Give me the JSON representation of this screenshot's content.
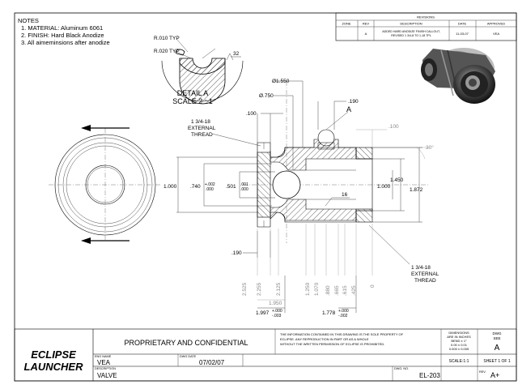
{
  "notes": {
    "title": "NOTES",
    "items": [
      "1.  MATERIAL: Aluminum 6061",
      "2.  FINISH:  Hard Black Anodize",
      "3.  All aimeminsions after anodize"
    ]
  },
  "revisions": {
    "title": "REVISIONS",
    "headers": [
      "ZONE",
      "REV",
      "DESCRIPTION",
      "DATE",
      "APPROVED"
    ],
    "row": {
      "zone": "",
      "rev": "A",
      "description_1": "ADDED HARD ANODIZE FINISH CALLOUT,",
      "description_2": "REVISED 1 3/4-8 TO 1-18 TPL",
      "date": "11-03-07",
      "approved": "VEA"
    }
  },
  "detail": {
    "r010": "R.010 TYP",
    "r020": "R.020 TYP",
    "finish": "32",
    "title": "DETAIL A",
    "scale": "SCALE 2 : 1"
  },
  "dimensions": {
    "d1550": "Ø1.550",
    "d750": "Ø.750",
    "d190_top": ".190",
    "d100_left": ".100",
    "d100_right": ".100",
    "callout_a": "A",
    "angle": "30°",
    "thread_left_1": "1 3/4-18",
    "thread_left_2": "EXTERNAL",
    "thread_left_3": "THREAD",
    "d1000_left": "1.000",
    "d740": ".740",
    "d740_tol_plus": "+.002",
    "d740_tol_minus": ".000",
    "d501": ".501",
    "d501_tol_plus": ".001",
    "d501_tol_minus": ".000",
    "d1450": "1.450",
    "d1872": "1.872",
    "d1000_right": "1.000",
    "wall": "16",
    "d190_bottom": ".190",
    "thread_right_1": "1 3/4-18",
    "thread_right_2": "EXTERNAL",
    "thread_right_3": "THREAD",
    "ord_2525": "2.525",
    "ord_2255": "2.255",
    "ord_2125": "2.125",
    "ord_1250": "1.250",
    "ord_1070": "1.070",
    "ord_880": ".880",
    "ord_665": ".665",
    "ord_615": ".615",
    "ord_425": ".425",
    "ord_0": "0",
    "d1950": "1.950",
    "d1997": "1.997",
    "d1997_tol_plus": "+.000",
    "d1997_tol_minus": "-.003",
    "d1778": "1.778",
    "d1778_tol_plus": "+.000",
    "d1778_tol_minus": "-.002"
  },
  "title_block": {
    "company_1": "ECLIPSE",
    "company_2": "LAUNCHER",
    "proprietary": "PROPRIETARY AND CONFIDENTIAL",
    "disclaimer_1": "THE INFORMATION CONTAINED IN THIS DRAWING IS THE SOLE PROPERTY OF",
    "disclaimer_2": "ECLIPSE.  ANY REPRODUCTION IN PART OR AS A WHOLE",
    "disclaimer_3": "WITHOUT THE WRITTEN PERMISSION OF ECLIPSE IS PROHIBITED.",
    "dims_1": "DIMENSIONS",
    "dims_2": "ARE IN INCHES",
    "dims_3": "BEND ± 1°",
    "dims_4": "0.00   ± 0.01",
    "dims_5": "0.000  ± 0.005",
    "dwg_see_1": "DWG",
    "dwg_see_2": "SEE",
    "dwg_see_value": "A",
    "scale": "SCALE:1:1",
    "sheet": "SHEET 1 OF 1",
    "eng_name_label": "ENG NAME",
    "eng_name": "VEA",
    "dwg_date_label": "DWG DATE",
    "dwg_date": "07/02/07",
    "description_label": "DESCRIPTION",
    "description": "VALVE",
    "dwg_no_label": "DWG. NO.",
    "dwg_no": "EL-203",
    "rev_label": "REV.",
    "rev": "A+"
  }
}
